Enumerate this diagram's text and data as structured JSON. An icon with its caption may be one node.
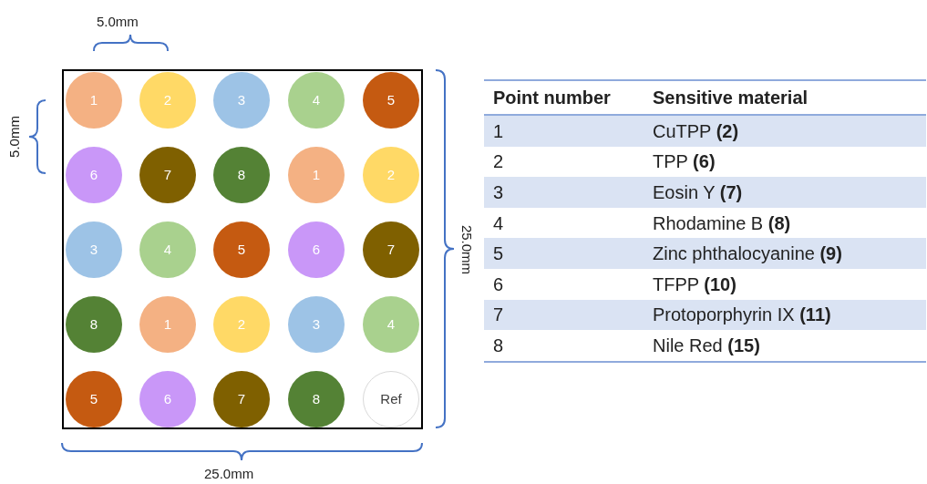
{
  "diagram": {
    "nodes": [
      {
        "text": [
          "1"
        ]
      },
      {
        "text": [
          "2"
        ]
      },
      {
        "text": [
          "3"
        ]
      },
      {
        "text": [
          "4"
        ]
      },
      {
        "text": [
          "5"
        ]
      },
      {
        "text": [
          "6"
        ]
      },
      {
        "text": [
          "7"
        ]
      },
      {
        "text": [
          "8"
        ]
      },
      {
        "text": [
          "1"
        ]
      },
      {
        "text": [
          "2"
        ]
      },
      {
        "text": [
          "3"
        ]
      },
      {
        "text": [
          "4"
        ]
      },
      {
        "text": [
          "5"
        ]
      },
      {
        "text": [
          "6"
        ]
      },
      {
        "text": [
          "7"
        ]
      },
      {
        "text": [
          "8"
        ]
      },
      {
        "text": [
          "1"
        ]
      },
      {
        "text": [
          "2"
        ]
      },
      {
        "text": [
          "3"
        ]
      },
      {
        "text": [
          "4"
        ]
      },
      {
        "text": [
          "5"
        ]
      },
      {
        "text": [
          "6"
        ]
      },
      {
        "text": [
          "7"
        ]
      },
      {
        "text": [
          "8"
        ]
      },
      {
        "text": [
          "Ref"
        ]
      }
    ],
    "edges": [],
    "labels": [
      "5.0mm",
      "5.0mm",
      "25.0mm",
      "25.0mm",
      "Point number",
      "Sensitive material",
      "1",
      "CuTPP **(2)**",
      "2",
      "TPP **(6)**",
      "3",
      "Eosin Y **(7)**",
      "4",
      "Rhodamine B **(8)**",
      "5",
      "Zinc phthalocyanine **(9)**",
      "6",
      "TFPP **(10)**",
      "7",
      "Protoporphyrin IX **(11)**",
      "8",
      "Nile Red **(15)**"
    ]
  }
}
